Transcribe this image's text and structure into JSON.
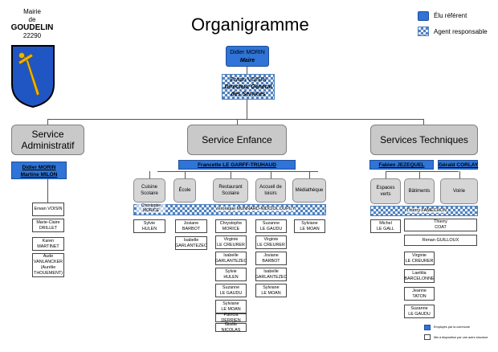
{
  "header": {
    "mairie": "Mairie",
    "de": "de",
    "town": "GOUDELIN",
    "postcode": "22290",
    "title": "Organigramme"
  },
  "crest": {
    "icon": "sword-crest-icon",
    "colors": {
      "field": "#1f56c4",
      "sword": "#f0b400",
      "border": "#000000"
    }
  },
  "legend": {
    "elected": "Élu référent",
    "agent": "Agent responsable",
    "small_employee": "Employés par la commune",
    "small_external": "Mis à disposition par une autre structure"
  },
  "top": {
    "mayor_name": "Didier MORIN",
    "mayor_role": "Maire",
    "dg_name": "Erwan VOISIN",
    "dg_role_1": "Directeur Général",
    "dg_role_2": "des Services"
  },
  "services": {
    "admin": {
      "title_1": "Service",
      "title_2": "Administratif",
      "elected_1": "Didier MORIN",
      "elected_2": "Martine MILON",
      "agent": "Erwan VOISIN",
      "people": [
        [
          "Marie-Claire",
          "DRILLET"
        ],
        [
          "Karen",
          "MARTINET"
        ],
        [
          "Aude",
          "VANLANCKER",
          "(Aurélie",
          "THOUEMENT)"
        ]
      ]
    },
    "enfance": {
      "title": "Service Enfance",
      "elected": "Francette LE GARFF-TRUHAUD",
      "agent": "Véronique MUNNARD-NIDCIOL DUPUY",
      "subs": [
        "Cuisine Scolaire",
        "École",
        "Restaurant Scolaire",
        "Accueil de loisirs",
        "Médiathèque"
      ],
      "cuisine_agent": "Christophe MORICE",
      "cuisine": [
        [
          "Sylvie",
          "HULEN"
        ]
      ],
      "ecole": [
        [
          "Josiane",
          "BARBOT"
        ],
        [
          "Isabelle",
          "GARLANTEZEC"
        ]
      ],
      "restaurant": [
        [
          "Chrystophe",
          "MORICE"
        ],
        [
          "Virginie",
          "LE CREURER"
        ],
        [
          "Isabelle",
          "GARLANTEZEC"
        ],
        [
          "Sylvie",
          "HULEN"
        ],
        [
          "Suzanne",
          "LE GAUDU"
        ],
        [
          "Sylviane",
          "LE MOAN"
        ]
      ],
      "restaurant_external": [
        [
          "Patricia",
          "DERRIEN"
        ],
        [
          "Gisèle",
          "NICOLAS"
        ]
      ],
      "accueil": [
        [
          "Suzanne",
          "LE GAUDU"
        ],
        [
          "Virginie",
          "LE CREURER"
        ],
        [
          "Josiane",
          "BARBOT"
        ],
        [
          "Isabelle",
          "GARLANTEZEC"
        ],
        [
          "Sylviane",
          "LE MOAN"
        ]
      ],
      "mediatheque": [
        [
          "Sylviane",
          "LE MOAN"
        ]
      ]
    },
    "tech": {
      "title": "Services Techniques",
      "elected_1": "Fabien JEZEQUEL",
      "elected_2": "Gérald CORLAY",
      "agent": "Thierry FAMECHON",
      "subs": [
        "Espaces verts",
        "Bâtiments",
        "Voirie"
      ],
      "espaces": [
        [
          "Michel",
          "LE GALL"
        ]
      ],
      "batiments_top": [
        [
          "Thierry",
          "COAT"
        ]
      ],
      "renan": "Renan GUILLOUX",
      "batiments": [
        [
          "Virginie",
          "LE CREURER"
        ],
        [
          "Laetitia",
          "BARCELONNE"
        ],
        [
          "Jeanne",
          "TATON"
        ],
        [
          "Suzanne",
          "LE GAUDU"
        ]
      ]
    }
  }
}
